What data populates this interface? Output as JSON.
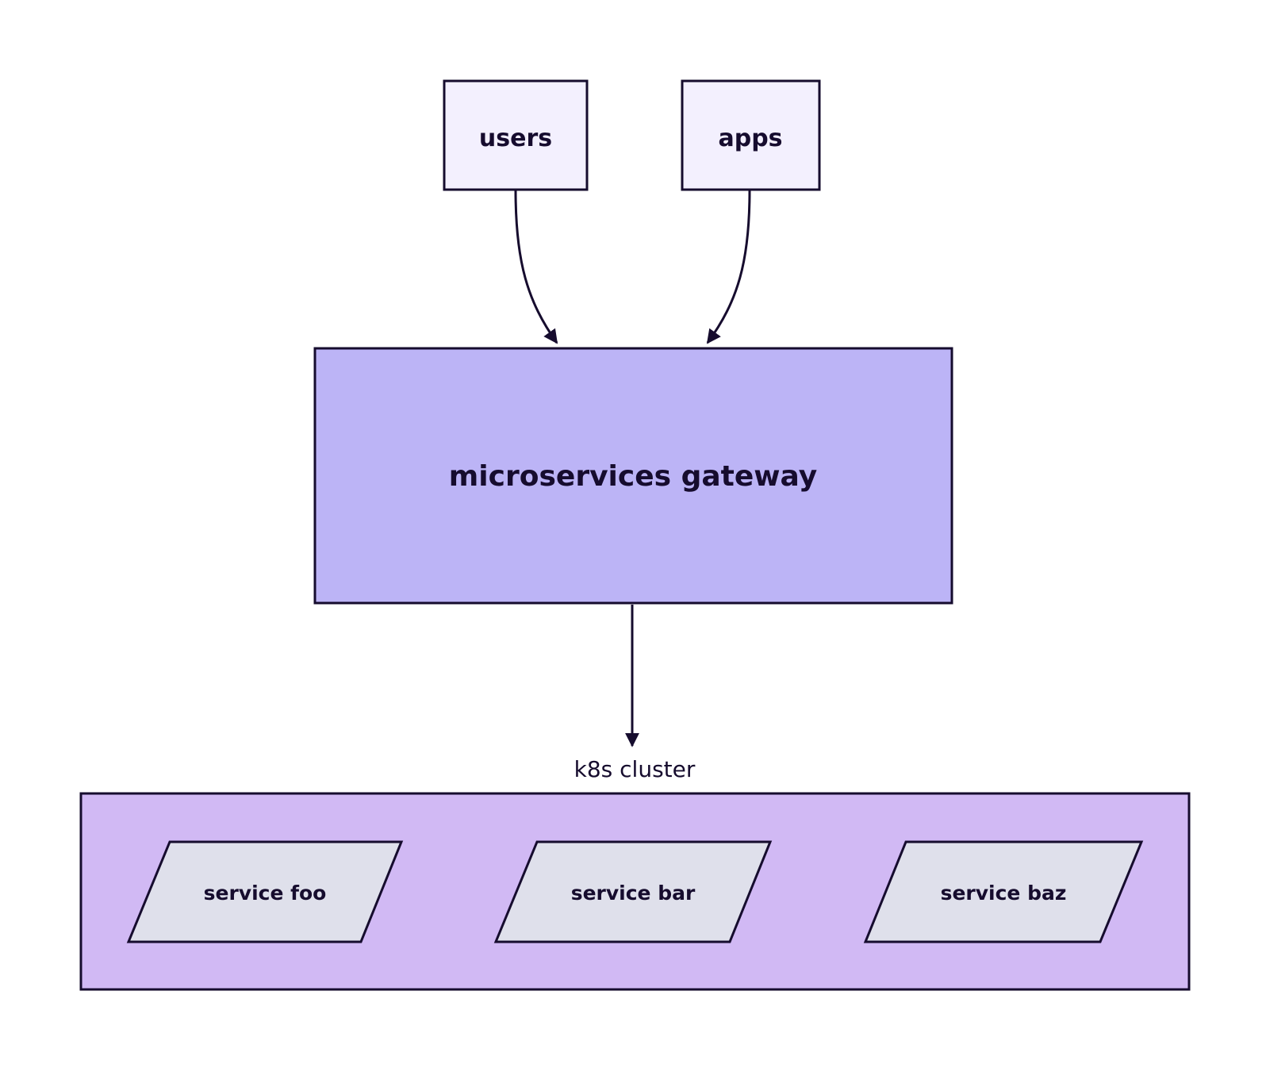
{
  "colors": {
    "stroke": "#160c2e",
    "source_fill": "#f3f0fe",
    "gateway_fill": "#bcb4f6",
    "cluster_fill": "#d1b9f4",
    "service_fill": "#dfe0eb",
    "background": "#ffffff"
  },
  "nodes": {
    "users": "users",
    "apps": "apps",
    "gateway": "microservices gateway",
    "service_foo": "service foo",
    "service_bar": "service bar",
    "service_baz": "service baz"
  },
  "cluster": {
    "label": "k8s cluster"
  },
  "edges": [
    {
      "from": "users",
      "to": "gateway"
    },
    {
      "from": "apps",
      "to": "gateway"
    },
    {
      "from": "gateway",
      "to": "k8s cluster"
    }
  ]
}
